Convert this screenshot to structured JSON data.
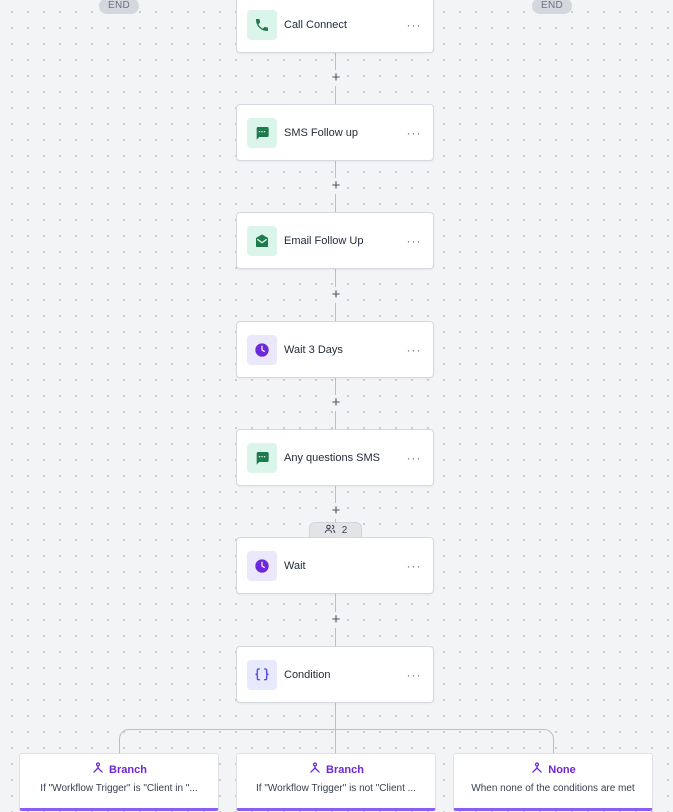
{
  "end_pills": {
    "left": "END",
    "right": "END"
  },
  "steps": [
    {
      "id": "call-connect",
      "label": "Call Connect",
      "icon": "phone-icon",
      "color": "#1f7a4d"
    },
    {
      "id": "sms-follow-up",
      "label": "SMS Follow up",
      "icon": "message-icon",
      "color": "#1f7a4d"
    },
    {
      "id": "email-follow-up",
      "label": "Email Follow Up",
      "icon": "envelope-icon",
      "color": "#1f7a4d"
    },
    {
      "id": "wait-3-days",
      "label": "Wait 3 Days",
      "icon": "clock-icon",
      "color": "#6d28d9"
    },
    {
      "id": "any-questions-sms",
      "label": "Any questions SMS",
      "icon": "message-icon",
      "color": "#1f7a4d"
    },
    {
      "id": "wait",
      "label": "Wait",
      "icon": "clock-icon",
      "color": "#6d28d9"
    },
    {
      "id": "condition",
      "label": "Condition",
      "icon": "braces-icon",
      "color": "#4f46e5"
    }
  ],
  "more_glyph": "···",
  "add_glyph": "+",
  "contact_count": "2",
  "branches": [
    {
      "title": "Branch",
      "description": "If \"Workflow Trigger\" is \"Client in \"...",
      "icon": "branch-icon"
    },
    {
      "title": "Branch",
      "description": "If \"Workflow Trigger\" is not \"Client ...",
      "icon": "branch-icon"
    },
    {
      "title": "None",
      "description": "When none of the conditions are met",
      "icon": "branch-icon"
    }
  ],
  "colors": {
    "branch_accent": "#8b5cf6",
    "branch_title": "#6d28d9",
    "connector": "#b9bec7"
  }
}
